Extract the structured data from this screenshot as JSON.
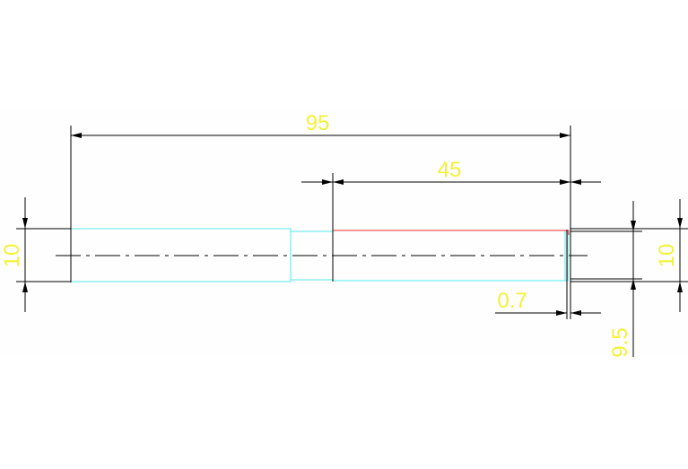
{
  "colors": {
    "background": "#ffffff",
    "drawing_area": "#fefefe",
    "dimension_line": "#000000",
    "dimension_text": "#f2f23a",
    "part_outline": "#55e8ec",
    "part_edge_highlight": "#ff2a2a"
  },
  "dimensions": {
    "overall_length": "95",
    "right_section_length": "45",
    "left_diameter": "10",
    "right_diameter": "10",
    "offset": "0.7",
    "lower_value": "9.5"
  }
}
